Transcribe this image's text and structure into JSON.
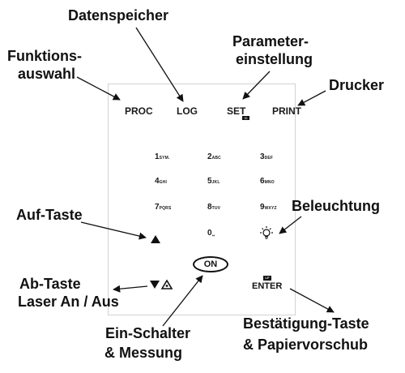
{
  "callouts": {
    "datenspeicher": "Datenspeicher",
    "parameter_line1": "Parameter-",
    "parameter_line2": "einstellung",
    "funktions_line1": "Funktions-",
    "funktions_line2": "auswahl",
    "drucker": "Drucker",
    "auf_taste": "Auf-Taste",
    "beleuchtung": "Beleuchtung",
    "ab_taste_line1": "Ab-Taste",
    "ab_taste_line2": "Laser An / Aus",
    "ein_schalter_line1": "Ein-Schalter",
    "ein_schalter_line2": "& Messung",
    "bestaetigung_line1": "Bestätigung-Taste",
    "bestaetigung_line2": "& Papiervorschub"
  },
  "keys": {
    "proc": "PROC",
    "log": "LOG",
    "set": "SET",
    "set_badge": "ID",
    "print": "PRINT",
    "on": "ON",
    "enter": "ENTER",
    "enter_badge": "LF"
  },
  "keypad": [
    {
      "digit": "1",
      "letters": "SYM."
    },
    {
      "digit": "2",
      "letters": "ABC"
    },
    {
      "digit": "3",
      "letters": "DEF"
    },
    {
      "digit": "4",
      "letters": "GHI"
    },
    {
      "digit": "5",
      "letters": "JKL"
    },
    {
      "digit": "6",
      "letters": "MNO"
    },
    {
      "digit": "7",
      "letters": "PQRS"
    },
    {
      "digit": "8",
      "letters": "TUV"
    },
    {
      "digit": "9",
      "letters": "WXYZ"
    },
    {
      "digit": "0",
      "letters": "␣"
    }
  ],
  "icons": {
    "up": "up-triangle-icon",
    "down": "down-triangle-icon",
    "laser": "laser-warning-icon",
    "light": "light-bulb-icon"
  }
}
